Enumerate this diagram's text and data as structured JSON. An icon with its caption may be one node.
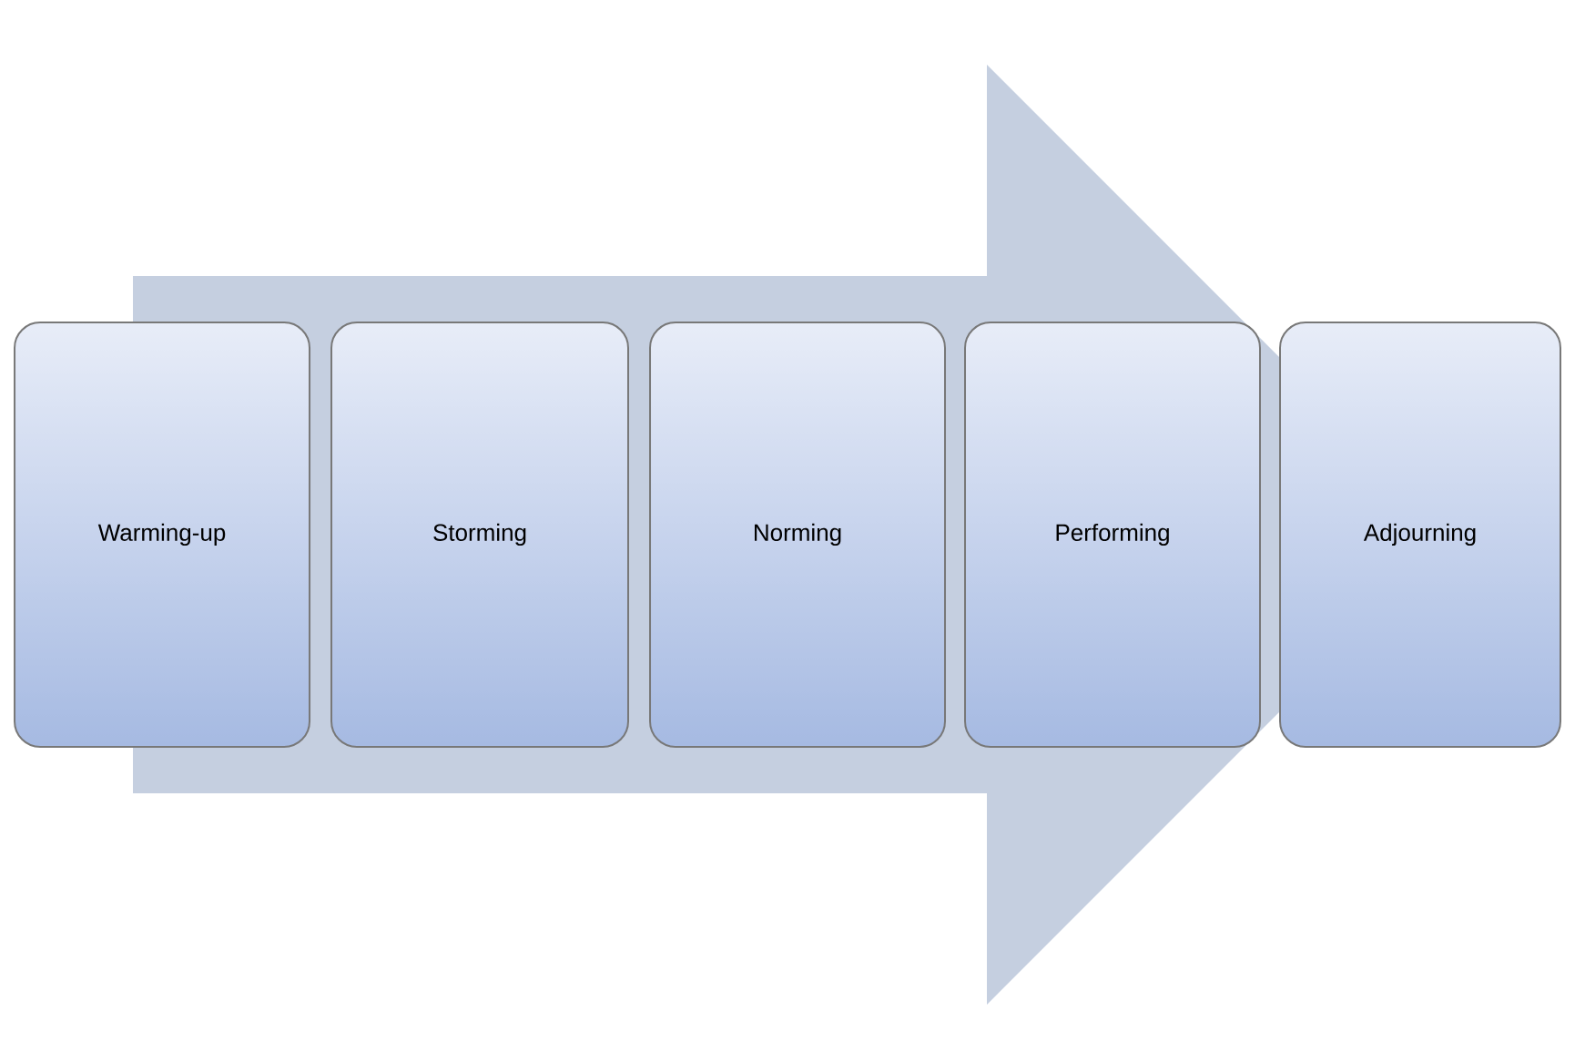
{
  "diagram": {
    "nodes": [
      {
        "text": [
          "Warming-up"
        ]
      },
      {
        "text": [
          "Storming"
        ]
      },
      {
        "text": [
          "Norming"
        ]
      },
      {
        "text": [
          "Performing"
        ]
      },
      {
        "text": [
          "Adjourning"
        ]
      }
    ],
    "edges": [
      {
        "from": 0,
        "to": 4,
        "arrow": "to"
      }
    ]
  }
}
